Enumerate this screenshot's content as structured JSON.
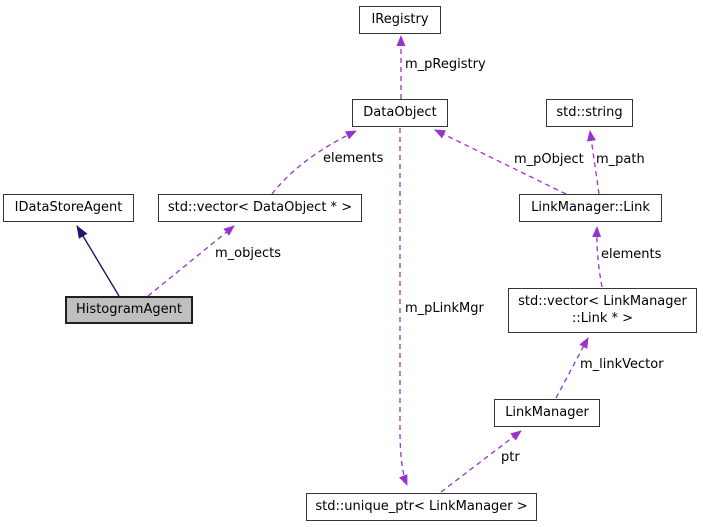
{
  "diagram": {
    "type": "uml-collaboration-graph",
    "nodes": {
      "iregistry": {
        "label": "IRegistry"
      },
      "dataobject": {
        "label": "DataObject"
      },
      "std_string": {
        "label": "std::string"
      },
      "idatastoreagent": {
        "label": "IDataStoreAgent"
      },
      "vector_dataobject": {
        "label": "std::vector< DataObject * >"
      },
      "linkmanager_link": {
        "label": "LinkManager::Link"
      },
      "histogramagent": {
        "label": "HistogramAgent"
      },
      "vector_link": {
        "line1": "std::vector< LinkManager",
        "line2": "::Link * >"
      },
      "linkmanager": {
        "label": "LinkManager"
      },
      "unique_ptr_linkmanager": {
        "label": "std::unique_ptr< LinkManager >"
      }
    },
    "edges": {
      "m_pRegistry": {
        "from": "DataObject",
        "to": "IRegistry",
        "label": "m_pRegistry",
        "style": "dashed-usage"
      },
      "elements_dataobject": {
        "from": "std::vector< DataObject * >",
        "to": "DataObject",
        "label": "elements",
        "style": "dashed-usage"
      },
      "m_pObject": {
        "from": "LinkManager::Link",
        "to": "DataObject",
        "label": "m_pObject",
        "style": "dashed-usage"
      },
      "m_path": {
        "from": "LinkManager::Link",
        "to": "std::string",
        "label": "m_path",
        "style": "dashed-usage"
      },
      "inheritance": {
        "from": "HistogramAgent",
        "to": "IDataStoreAgent",
        "label": "",
        "style": "solid-inheritance"
      },
      "m_objects": {
        "from": "HistogramAgent",
        "to": "std::vector< DataObject * >",
        "label": "m_objects",
        "style": "dashed-usage"
      },
      "elements_link": {
        "from": "std::vector< LinkManager::Link * >",
        "to": "LinkManager::Link",
        "label": "elements",
        "style": "dashed-usage"
      },
      "m_linkVector": {
        "from": "LinkManager",
        "to": "std::vector< LinkManager::Link * >",
        "label": "m_linkVector",
        "style": "dashed-usage"
      },
      "ptr": {
        "from": "std::unique_ptr< LinkManager >",
        "to": "LinkManager",
        "label": "ptr",
        "style": "dashed-usage"
      },
      "m_pLinkMgr": {
        "from": "DataObject",
        "to": "std::unique_ptr< LinkManager >",
        "label": "m_pLinkMgr",
        "style": "dashed-usage"
      }
    },
    "colors": {
      "usage_edge": "#9a32cd",
      "inheritance_edge": "#191970",
      "node_border": "#353535",
      "node_fill": "#ffffff",
      "highlight_fill": "#bfbfbf",
      "background": "#ffffff",
      "text": "#000000"
    }
  }
}
